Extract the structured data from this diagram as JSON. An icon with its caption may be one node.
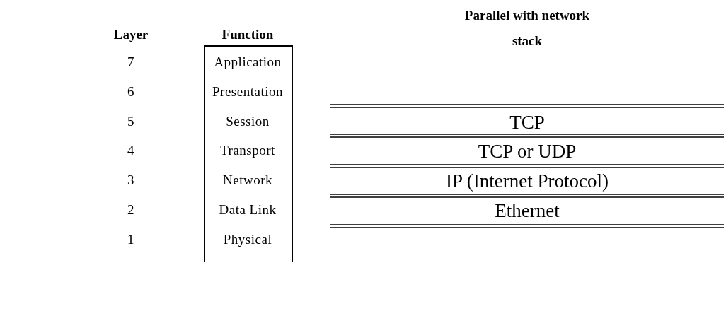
{
  "diagram": {
    "labels": [
      "Layer",
      "Function",
      "Parallel with network stack",
      "7",
      "Application",
      "6",
      "Presentation",
      "5",
      "Session",
      "TCP",
      "4",
      "Transport",
      "TCP or UDP",
      "3",
      "Network",
      "IP (Internet Protocol)",
      "2",
      "Data Link",
      "Ethernet",
      "1",
      "Physical"
    ]
  }
}
